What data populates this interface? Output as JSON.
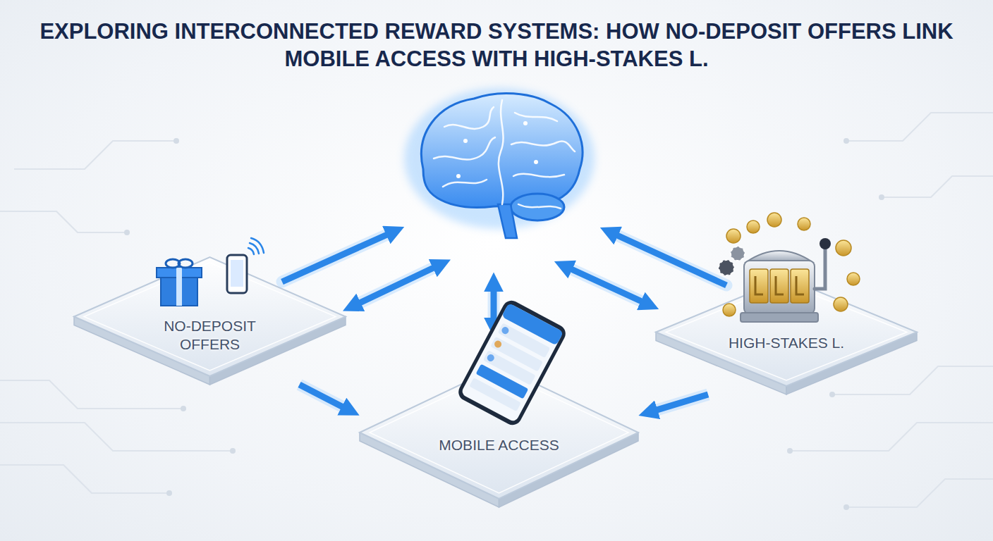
{
  "diagram": {
    "title": "EXPLORING INTERCONNECTED REWARD SYSTEMS: HOW NO-DEPOSIT OFFERS LINK MOBILE ACCESS WITH HIGH-STAKES L.",
    "nodes": [
      {
        "text": [
          "NO-DEPOSIT OFFERS"
        ]
      },
      {
        "text": [
          "HIGH-STAKES L."
        ]
      },
      {
        "text": [
          "MOBILE ACCESS"
        ]
      }
    ],
    "edges": [
      {
        "from": 0,
        "to": 2,
        "arrow": "to"
      },
      {
        "from": 1,
        "to": 2,
        "arrow": "to"
      }
    ]
  }
}
